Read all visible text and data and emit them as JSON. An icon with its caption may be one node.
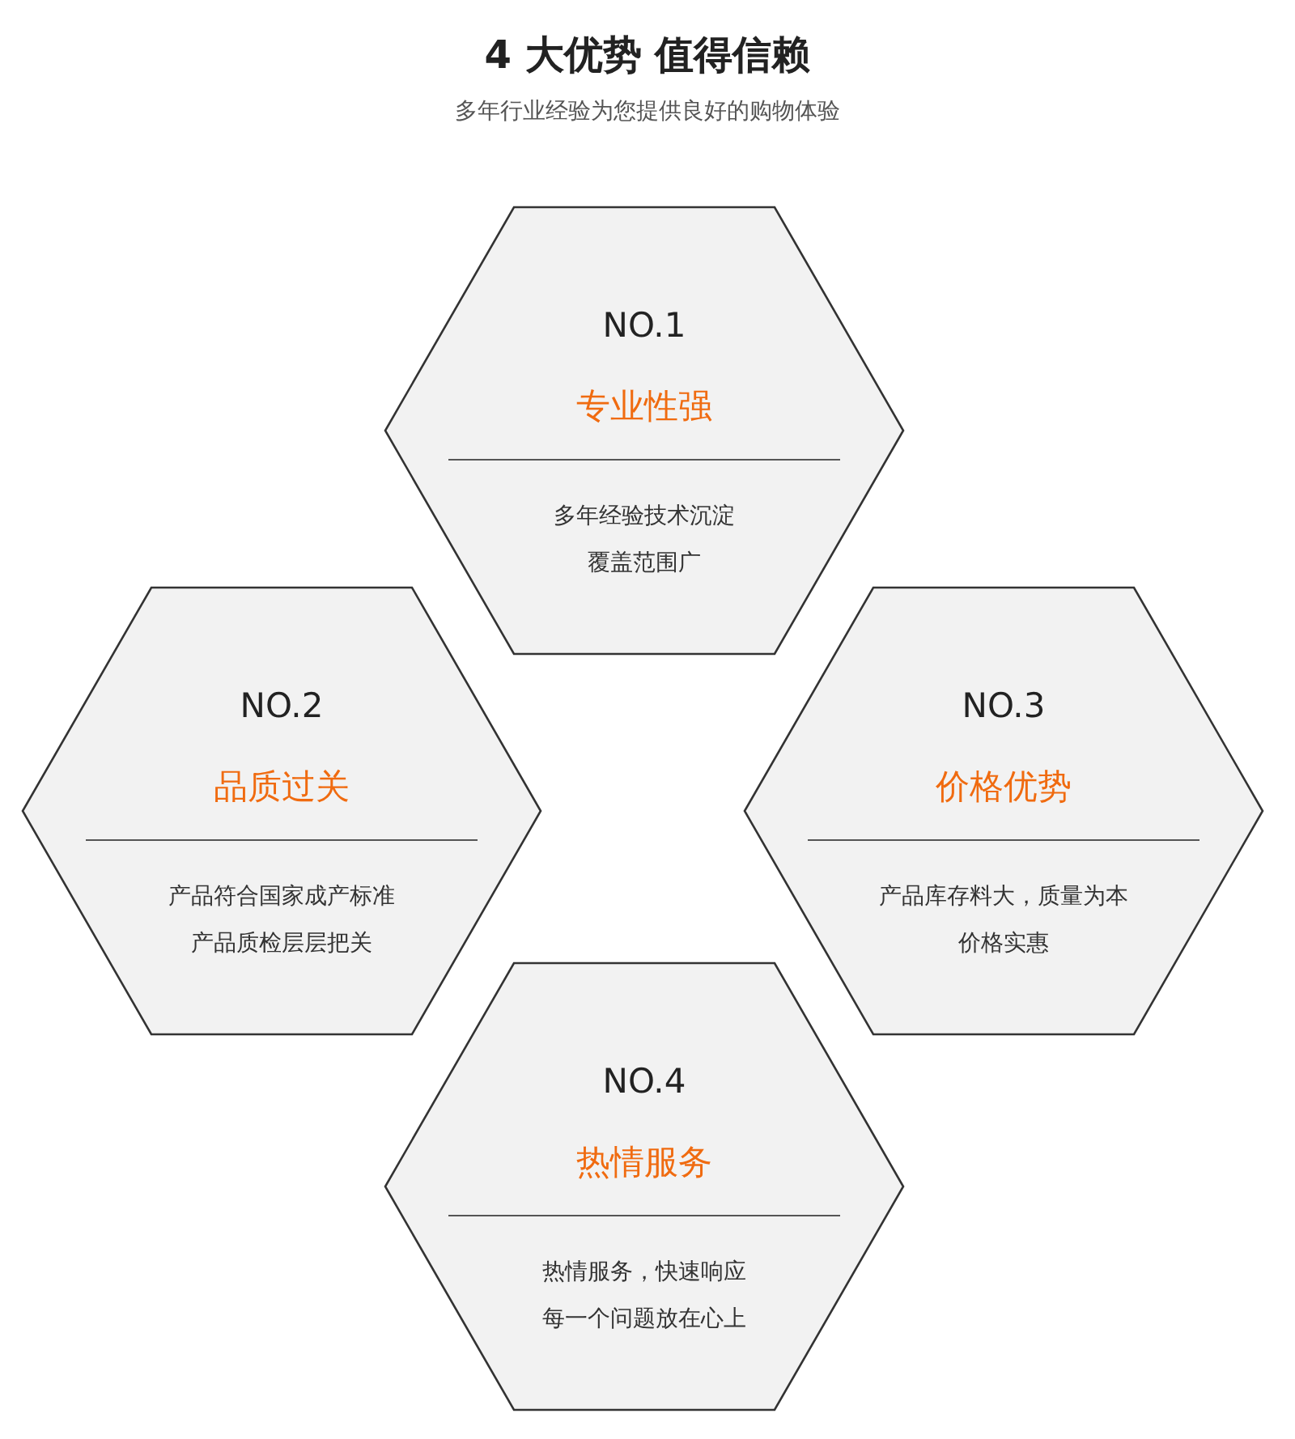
{
  "diagram": {
    "title": "4 大优势 值得信赖",
    "nodes": [
      {
        "text": [
          "NO.1",
          "专业性强",
          "多年经验技术沉淀覆盖范围广"
        ]
      },
      {
        "text": [
          "NO.2",
          "品质过关",
          "产品符合国家成产标准产品质检层层把关"
        ]
      },
      {
        "text": [
          "NO.3",
          "价格优势",
          "产品库存料大，质量为本价格实惠"
        ]
      },
      {
        "text": [
          "NO.4",
          "热情服务",
          "热情服务，快速响应每一个问题放在心上"
        ]
      }
    ],
    "labels": [
      "多年行业经验为您提供良好的购物体验"
    ]
  }
}
